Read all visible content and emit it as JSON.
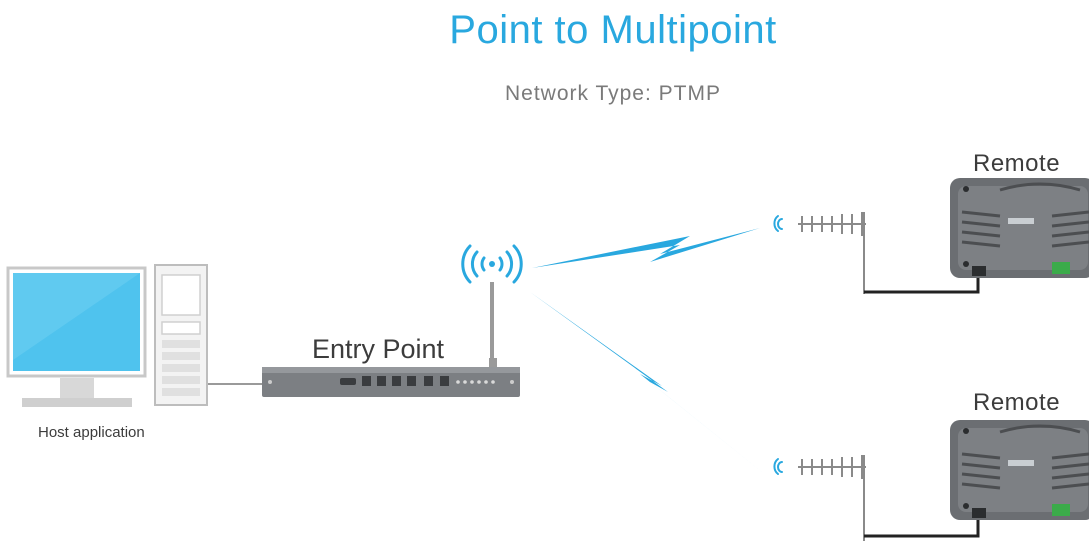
{
  "title": "Point to Multipoint",
  "subtitle": "Network Type: PTMP",
  "nodes": {
    "host": "Host application",
    "entry_point": "Entry Point",
    "remote_1": "Remote",
    "remote_2": "Remote"
  },
  "colors": {
    "title": "#29a8df",
    "wireless_link": "#29a8df",
    "screen": "#4fc3ee",
    "device_body": "#6b6e72"
  }
}
